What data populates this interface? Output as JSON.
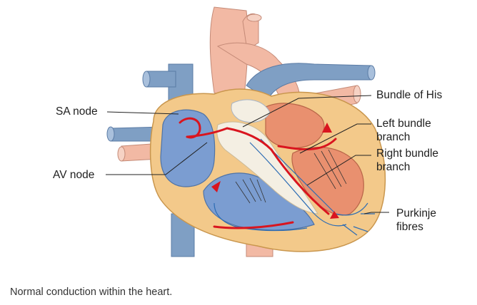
{
  "labels": {
    "sa_node": "SA node",
    "av_node": "AV node",
    "bundle_of_his": "Bundle of His",
    "left_bundle_branch": "Left bundle\nbranch",
    "right_bundle_branch": "Right bundle\nbranch",
    "purkinje_fibres": "Purkinje\nfibres"
  },
  "caption": "Normal conduction within the heart.",
  "colors": {
    "vein": "#7f9fc4",
    "artery": "#f2b9a4",
    "wall": "#f3c98a",
    "right_chamber": "#7b9dd1",
    "left_chamber": "#e9906f",
    "conduction": "#d9151f",
    "nerve": "#2c6cb4",
    "septum_light": "#f4efe3"
  }
}
